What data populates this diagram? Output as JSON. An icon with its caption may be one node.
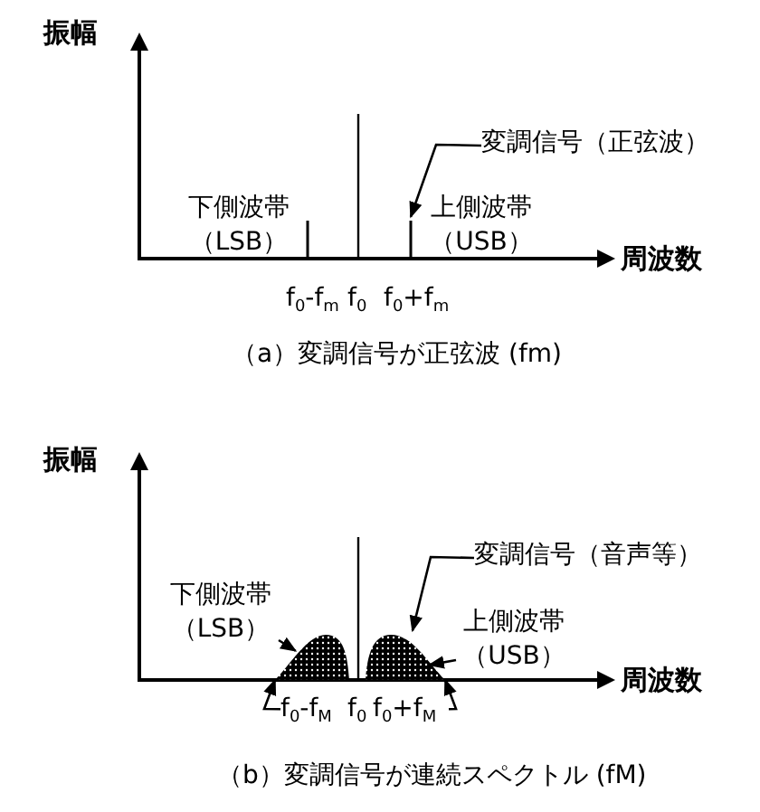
{
  "diagram": {
    "nodes": [
      {
        "text": [
          "変調信号（正弦波）"
        ]
      },
      {
        "text": [],
        "shape": "bar"
      },
      {
        "text": [
          "下側波帯（LSB）"
        ]
      },
      {
        "text": [],
        "shape": "hump"
      },
      {
        "text": [
          "変調信号（音声等）"
        ]
      },
      {
        "text": [],
        "shape": "hump"
      },
      {
        "text": [
          "上側波帯（USB）"
        ]
      },
      {
        "text": [
          "f$_{0}$-f$_{M}$"
        ]
      },
      {
        "text": [
          "f$_{0}$+f$_{M}$"
        ]
      }
    ],
    "edges": [
      {
        "from": 0,
        "to": 1,
        "arrow": "to"
      },
      {
        "from": 2,
        "to": 3,
        "arrow": "to"
      },
      {
        "from": 4,
        "to": 5,
        "arrow": "to"
      },
      {
        "from": 6,
        "to": 5,
        "arrow": "to"
      },
      {
        "from": 7,
        "to": 3,
        "arrow": "to"
      },
      {
        "from": 8,
        "to": 5,
        "arrow": "to"
      }
    ],
    "labels": [
      "振幅",
      "下側波帯（LSB）",
      "上側波帯（USB）",
      "周波数",
      "f$_{0}$-f$_{m}$",
      "f$_{0}$",
      "f$_{0}$+f$_{m}$",
      "（a）変調信号が正弦波 (fm)",
      "振幅",
      "周波数",
      "f$_{0}$",
      "（b）変調信号が連続スペクトル (fM)"
    ]
  }
}
